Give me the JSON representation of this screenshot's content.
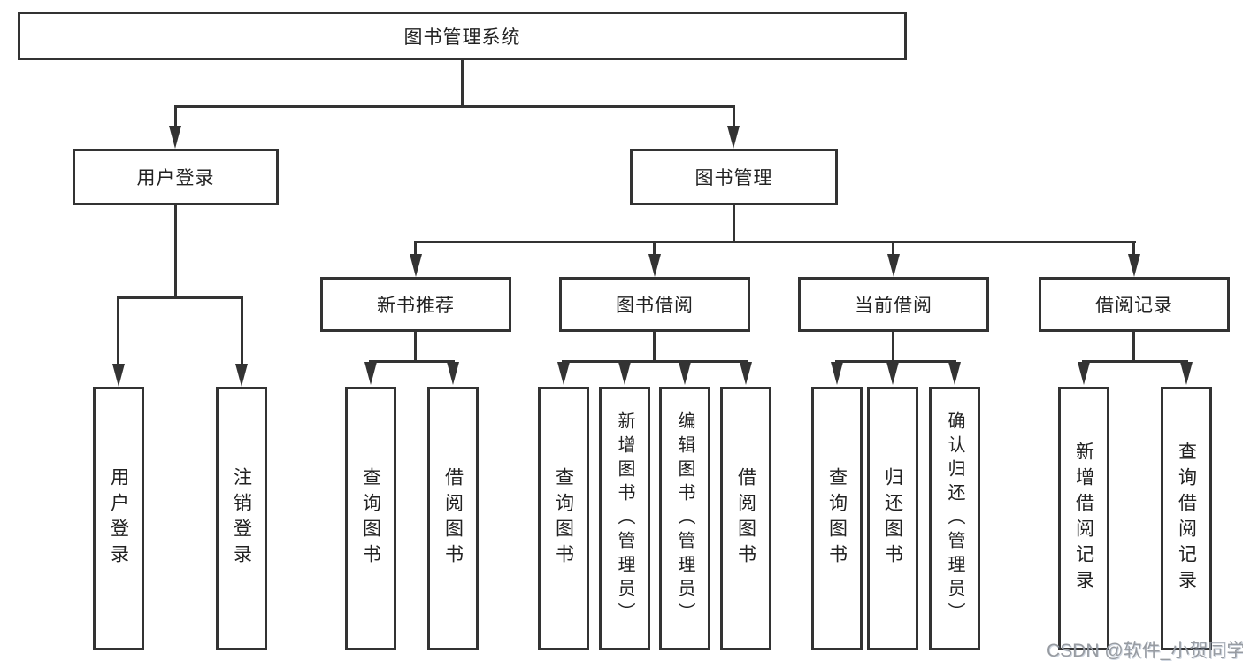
{
  "nodes": {
    "root": "图书管理系统",
    "level2": {
      "user_login": "用户登录",
      "book_management": "图书管理"
    },
    "level3": {
      "new_book_recommend": "新书推荐",
      "book_borrowing": "图书借阅",
      "current_borrowing": "当前借阅",
      "borrowing_records": "借阅记录"
    },
    "leaves": {
      "user_login": "用户登录",
      "logout": "注销登录",
      "nb_query_books": "查询图书",
      "nb_borrow_books": "借阅图书",
      "bb_query_books": "查询图书",
      "bb_add_books": "新增图书（管理员）",
      "bb_edit_books": "编辑图书（管理员）",
      "bb_borrow_books": "借阅图书",
      "cb_query_books": "查询图书",
      "cb_return_books": "归还图书",
      "cb_confirm_return": "确认归还（管理员）",
      "br_add_record": "新增借阅记录",
      "br_query_record": "查询借阅记录"
    }
  },
  "watermark": "CSDN @软件_小贺同学",
  "colors": {
    "line": "#333333",
    "text": "#222222",
    "watermark": "#979ba1",
    "background": "#ffffff"
  }
}
